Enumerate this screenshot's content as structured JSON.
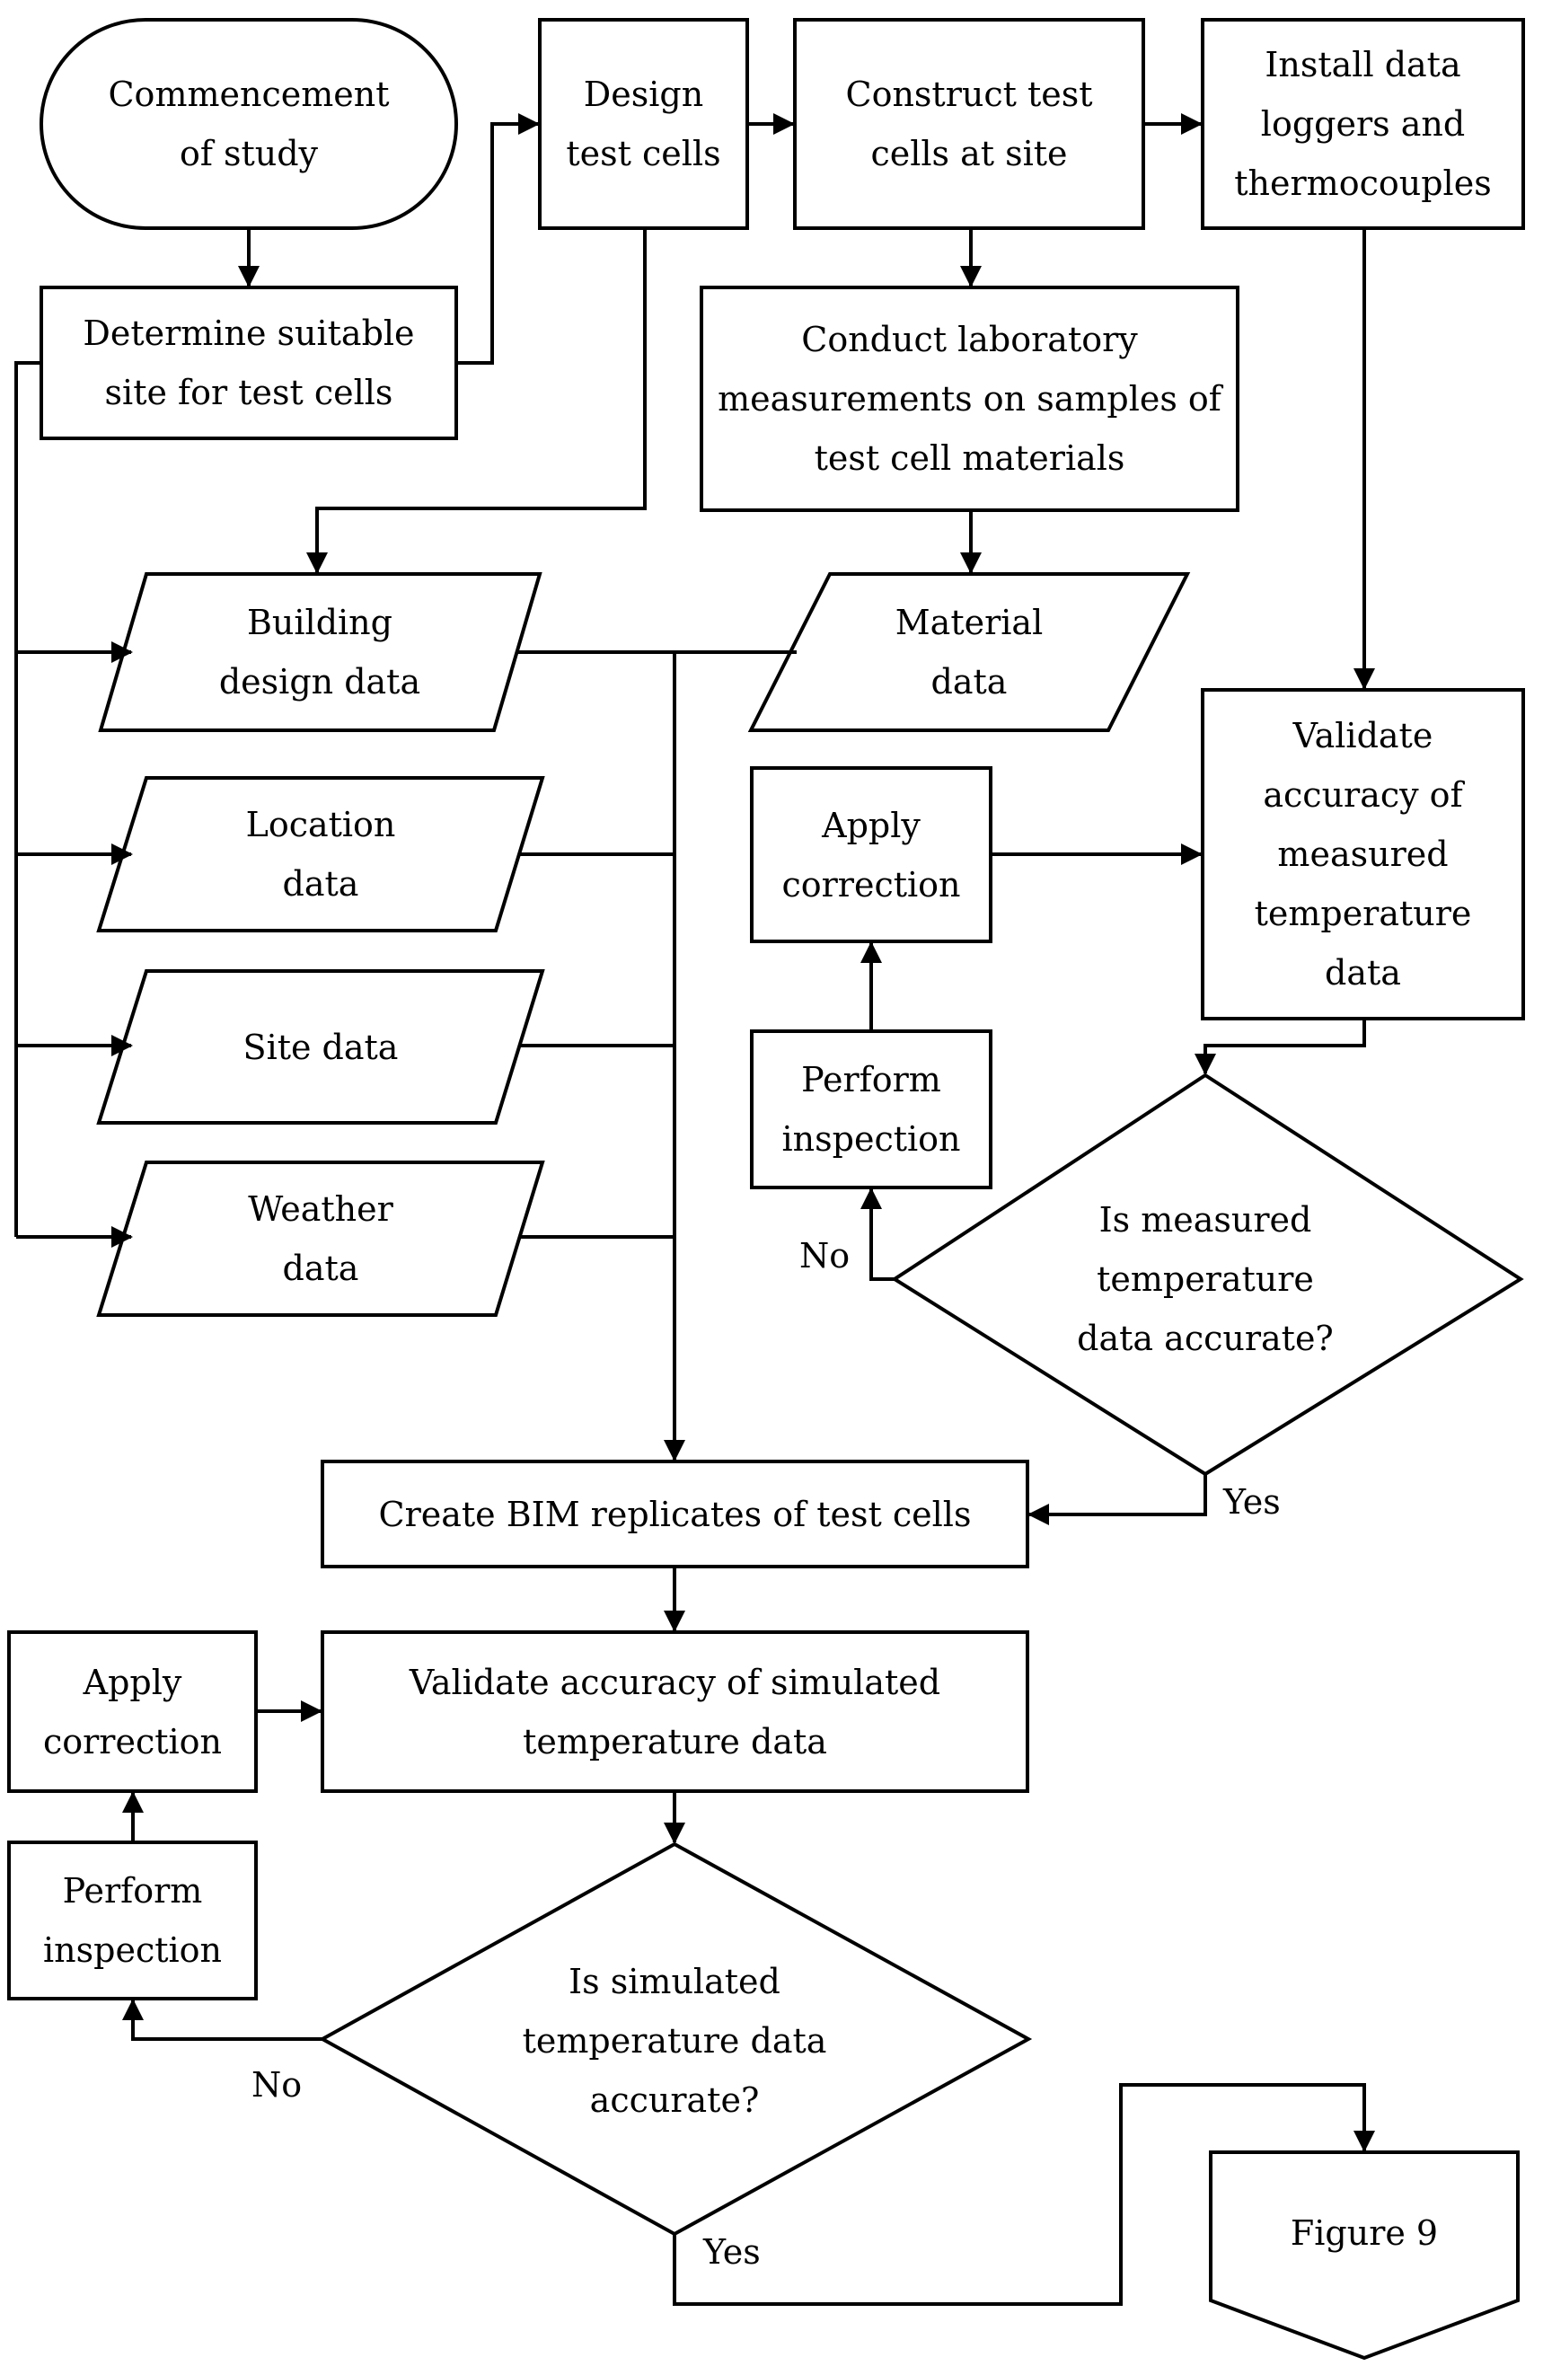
{
  "nodes": {
    "commencement": "Commencement\nof study",
    "design_cells": "Design\ntest cells",
    "construct_cells": "Construct test\ncells at site",
    "install_loggers": "Install data\nloggers and\nthermocouples",
    "determine_site": "Determine suitable\nsite for test cells",
    "lab_measurements": "Conduct laboratory\nmeasurements on samples of\ntest cell materials",
    "building_design_data": "Building\ndesign data",
    "material_data": "Material\ndata",
    "location_data": "Location\ndata",
    "site_data": "Site data",
    "weather_data": "Weather\ndata",
    "apply_correction_1": "Apply\ncorrection",
    "validate_measured": "Validate\naccuracy of\nmeasured\ntemperature\ndata",
    "perform_inspection_1": "Perform\ninspection",
    "decision_measured": "Is measured\ntemperature\ndata accurate?",
    "create_bim": "Create BIM replicates of test cells",
    "apply_correction_2": "Apply\ncorrection",
    "validate_simulated": "Validate accuracy of simulated\ntemperature data",
    "perform_inspection_2": "Perform\ninspection",
    "decision_simulated": "Is simulated\ntemperature data\naccurate?",
    "figure_ref": "Figure 9"
  },
  "edge_labels": {
    "no_1": "No",
    "yes_1": "Yes",
    "no_2": "No",
    "yes_2": "Yes"
  },
  "colors": {
    "stroke": "#000000",
    "fill": "#ffffff",
    "text": "#000000"
  }
}
